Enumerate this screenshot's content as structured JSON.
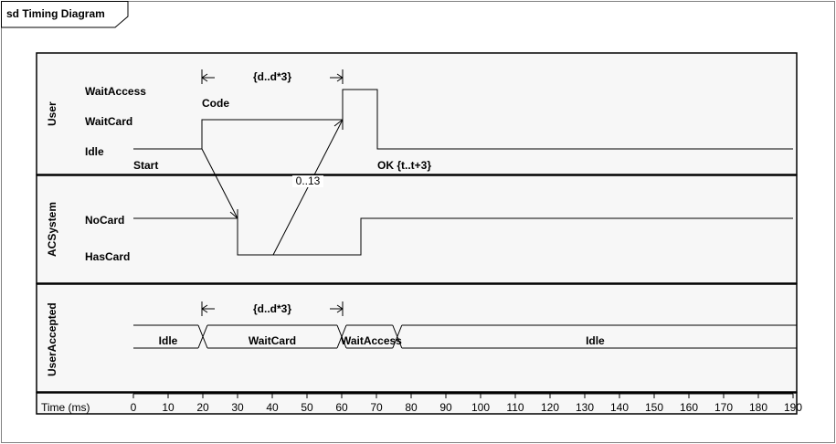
{
  "frame": {
    "title": "sd Timing Diagram"
  },
  "lifelines": [
    {
      "name": "User",
      "states": [
        "WaitAccess",
        "WaitCard",
        "Idle"
      ],
      "annotations": {
        "start": "Start",
        "ok": "OK {t..t+3}",
        "code": "Code",
        "duration": "{d..d*3}",
        "message_range": "0..13"
      }
    },
    {
      "name": "ACSystem",
      "states": [
        "NoCard",
        "HasCard"
      ]
    },
    {
      "name": "UserAccepted",
      "duration": "{d..d*3}",
      "segments": [
        {
          "label": "Idle",
          "from": 0,
          "to": 20
        },
        {
          "label": "WaitCard",
          "from": 20,
          "to": 60
        },
        {
          "label": "WaitAccess",
          "from": 60,
          "to": 76
        },
        {
          "label": "Idle",
          "from": 76,
          "to": 190
        }
      ]
    }
  ],
  "time_axis": {
    "label": "Time (ms)",
    "ticks": [
      "0",
      "10",
      "20",
      "30",
      "40",
      "50",
      "60",
      "70",
      "80",
      "90",
      "100",
      "110",
      "120",
      "130",
      "140",
      "150",
      "160",
      "170",
      "180",
      "190"
    ]
  },
  "colors": {
    "lifeline_fill": "#f7f7f7",
    "border": "#000000",
    "frame_border": "#808080"
  }
}
